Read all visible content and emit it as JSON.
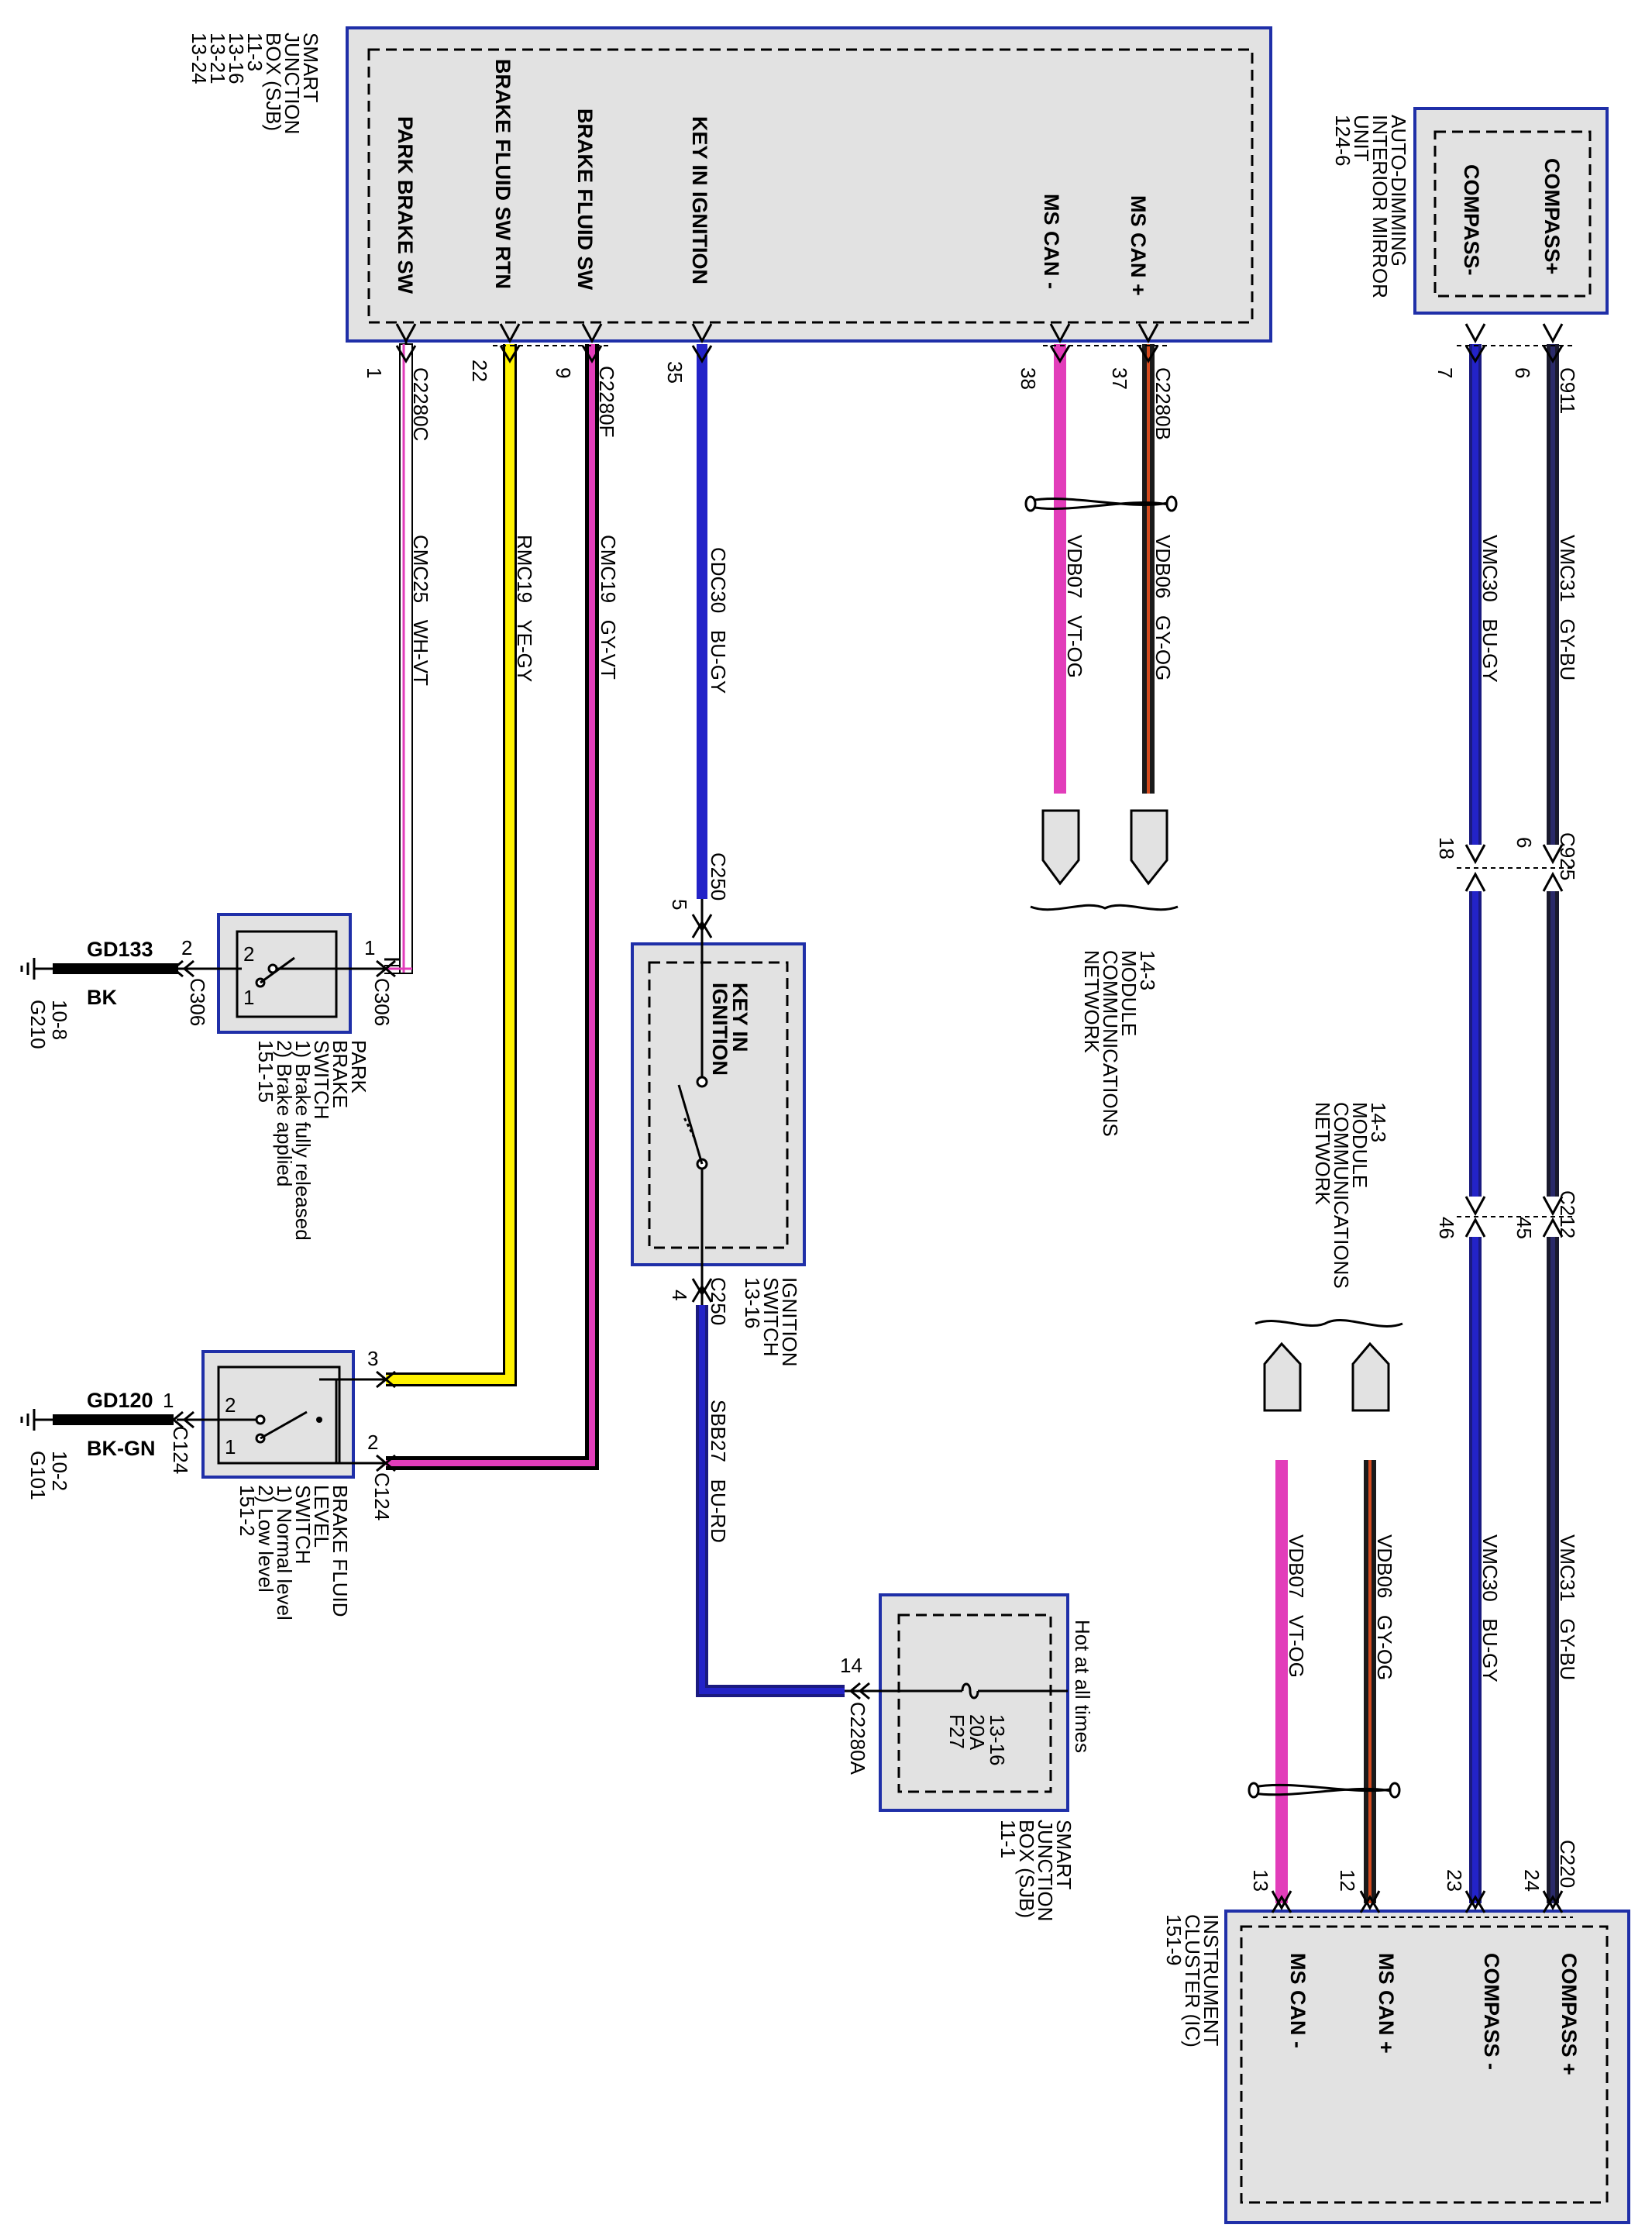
{
  "colors": {
    "module_border": "#1f2fa8",
    "module_fill": "#e2e2e2",
    "wire_BK": "#000000",
    "wire_WH": "#ffffff",
    "wire_VT": "#e23dba",
    "wire_YE": "#fff200",
    "wire_GY": "#000000",
    "wire_BU": "#2323c8",
    "wire_OG": "#d24a1e",
    "wire_RD": "#1a1a80"
  },
  "sjb_top": {
    "title_lines": [
      "SMART",
      "JUNCTION",
      "BOX (SJB)",
      "11-3",
      "13-16",
      "13-21",
      "13-24"
    ],
    "pins": {
      "park_brake_sw": "PARK BRAKE SW",
      "brake_fluid_sw_rtn": "BRAKE FLUID SW RTN",
      "brake_fluid_sw": "BRAKE FLUID SW",
      "key_in_ignition": "KEY IN IGNITION",
      "ms_can_minus": "MS CAN -",
      "ms_can_plus": "MS CAN +"
    }
  },
  "mirror": {
    "title_lines": [
      "AUTO-DIMMING",
      "INTERIOR MIRROR",
      "UNIT",
      "124-6"
    ],
    "pins": {
      "compass_minus": "COMPASS-",
      "compass_plus": "COMPASS+"
    }
  },
  "connectors": {
    "c2280c": "C2280C",
    "c2280f": "C2280F",
    "c2280b": "C2280B",
    "c2280a": "C2280A",
    "c911": "C911",
    "c925": "C925",
    "c212": "C212",
    "c220": "C220",
    "c250": "C250",
    "c306": "C306",
    "c124": "C124"
  },
  "pins": {
    "p1": "1",
    "p22": "22",
    "p9": "9",
    "p35": "35",
    "p38": "38",
    "p37": "37",
    "p7": "7",
    "p6": "6",
    "p18": "18",
    "p6b": "6",
    "p46": "46",
    "p45": "45",
    "p23": "23",
    "p24": "24",
    "p13": "13",
    "p12": "12",
    "p5": "5",
    "p4": "4",
    "p14": "14",
    "pb1": "1",
    "pb2": "2",
    "bf3": "3",
    "bf2": "2",
    "bf1": "1",
    "sw2": "2",
    "sw1": "1",
    "bsw2": "2",
    "bsw1": "1"
  },
  "wires": {
    "cmc25": "CMC25   WH-VT",
    "rmc19": "RMC19   YE-GY",
    "cmc19": "CMC19   GY-VT",
    "cdc30": "CDC30   BU-GY",
    "vdb07": "VDB07   VT-OG",
    "vdb06": "VDB06   GY-OG",
    "vmc30": "VMC30   BU-GY",
    "vmc31": "VMC31   GY-BU",
    "sbb27": "SBB27   BU-RD",
    "vmc30b": "VMC30   BU-GY",
    "vmc31b": "VMC31   GY-BU",
    "vdb06b": "VDB06   GY-OG",
    "vdb07b": "VDB07   VT-OG"
  },
  "network_ref_1": [
    "14-3",
    "MODULE",
    "COMMUNICATIONS",
    "NETWORK"
  ],
  "network_ref_2": [
    "14-3",
    "MODULE",
    "COMMUNICATIONS",
    "NETWORK"
  ],
  "park_brake_switch": {
    "lines": [
      "PARK",
      "BRAKE",
      "SWITCH",
      "1) Brake fully released",
      "2) Brake applied",
      "151-15"
    ]
  },
  "ground_g210": {
    "wire": "GD133",
    "color": "BK",
    "ground": "G210",
    "ref": "10-8"
  },
  "key_in_ignition": {
    "inside": [
      "KEY IN",
      "IGNITION"
    ],
    "lines": [
      "IGNITION",
      "SWITCH",
      "13-16"
    ]
  },
  "brake_fluid_switch": {
    "lines": [
      "BRAKE FLUID",
      "LEVEL",
      "SWITCH",
      "1) Normal level",
      "2) Low level",
      "151-2"
    ]
  },
  "ground_g101": {
    "wire": "GD120",
    "color": "BK-GN",
    "ground": "G101",
    "ref": "10-2"
  },
  "sjb_fuse": {
    "hot": "Hot at all times",
    "fuse": [
      "F27",
      "20A",
      "13-16"
    ],
    "title_lines": [
      "SMART",
      "JUNCTION",
      "BOX (SJB)",
      "11-1"
    ]
  },
  "cluster": {
    "title_lines": [
      "INSTRUMENT",
      "CLUSTER (IC)",
      "151-9"
    ],
    "pins": {
      "ms_can_minus": "MS CAN -",
      "ms_can_plus": "MS CAN +",
      "compass_minus": "COMPASS -",
      "compass_plus": "COMPASS +"
    }
  }
}
